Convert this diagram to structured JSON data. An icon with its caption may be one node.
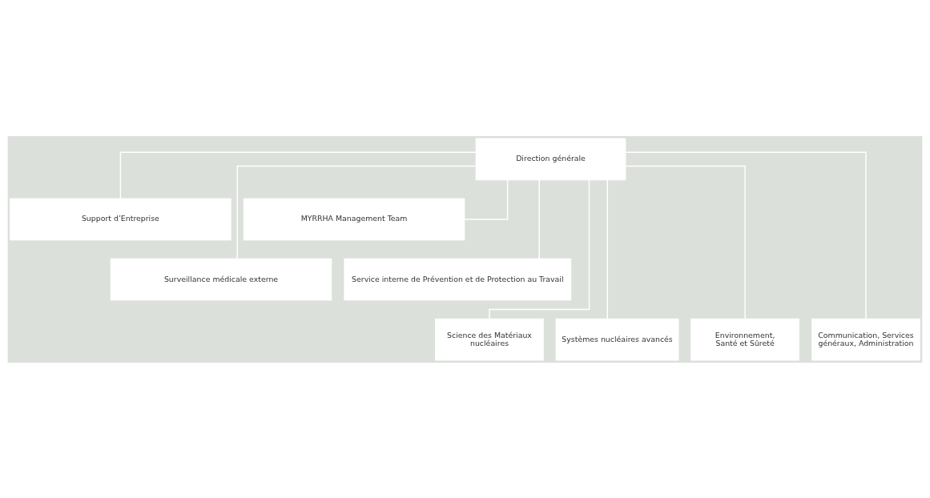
{
  "diagram": {
    "nodes": [
      {
        "text": [
          "Direction générale"
        ]
      },
      {
        "text": [
          "Support d’Entreprise"
        ]
      },
      {
        "text": [
          "MYRRHA Management Team"
        ]
      },
      {
        "text": [
          "Surveillance médicale externe"
        ]
      },
      {
        "text": [
          "Service interne de Prévention et de Protection au Travail"
        ]
      },
      {
        "text": [
          "Science des Matériaux nucléaires"
        ]
      },
      {
        "text": [
          "Systèmes nucléaires avancés"
        ]
      },
      {
        "text": [
          "Environnement, Santé et Sûreté"
        ]
      },
      {
        "text": [
          "Communication, Services généraux, Administration"
        ]
      }
    ],
    "edges": [
      {
        "from": 0,
        "to": 1,
        "arrow": "none"
      },
      {
        "from": 0,
        "to": 2,
        "arrow": "none"
      },
      {
        "from": 0,
        "to": 3,
        "arrow": "none"
      },
      {
        "from": 0,
        "to": 4,
        "arrow": "none"
      },
      {
        "from": 0,
        "to": 5,
        "arrow": "none"
      },
      {
        "from": 0,
        "to": 6,
        "arrow": "none"
      },
      {
        "from": 0,
        "to": 7,
        "arrow": "none"
      },
      {
        "from": 0,
        "to": 8,
        "arrow": "none"
      }
    ]
  }
}
